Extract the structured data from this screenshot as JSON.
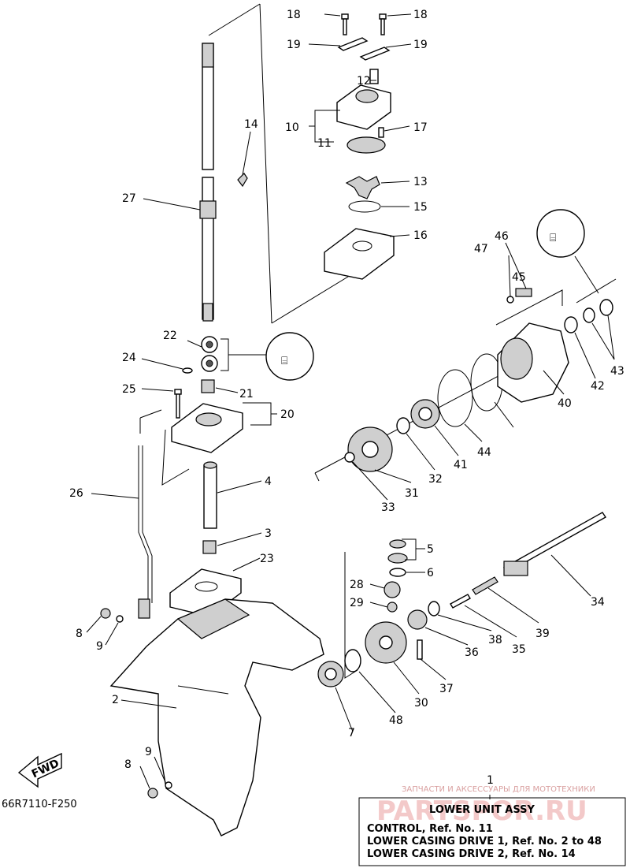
{
  "figure_code": "66R7110-F250",
  "direction_label": "FWD",
  "watermark": {
    "line1": "ЗАПЧАСТИ И АКСЕССУАРЫ ДЛЯ МОТОТЕХНИКИ",
    "line2": "PARTSPOR.RU"
  },
  "info_box": {
    "ref": "1",
    "title": "LOWER UNIT ASSY",
    "lines": [
      "CONTROL, Ref. No. 11",
      "LOWER CASING DRIVE 1, Ref. No. 2 to 48",
      "LOWER CASING DRIVE 2, Ref. No. 14"
    ]
  },
  "callouts": {
    "p2": "2",
    "p3": "3",
    "p4": "4",
    "p5": "5",
    "p6": "6",
    "p7": "7",
    "p8a": "8",
    "p8b": "8",
    "p9a": "9",
    "p9b": "9",
    "p10": "10",
    "p11": "11",
    "p12": "12",
    "p13": "13",
    "p14": "14",
    "p15": "15",
    "p16": "16",
    "p17": "17",
    "p18a": "18",
    "p18b": "18",
    "p19a": "19",
    "p19b": "19",
    "p20": "20",
    "p21": "21",
    "p22": "22",
    "p23": "23",
    "p24": "24",
    "p25": "25",
    "p26": "26",
    "p27": "27",
    "p28": "28",
    "p29": "29",
    "p30": "30",
    "p31": "31",
    "p32": "32",
    "p33": "33",
    "p34": "34",
    "p35": "35",
    "p36": "36",
    "p37": "37",
    "p38": "38",
    "p39": "39",
    "p40": "40",
    "p41": "41",
    "p42": "42",
    "p43": "43",
    "p44": "44",
    "p45": "45",
    "p46": "46",
    "p47": "47",
    "p48": "48"
  }
}
